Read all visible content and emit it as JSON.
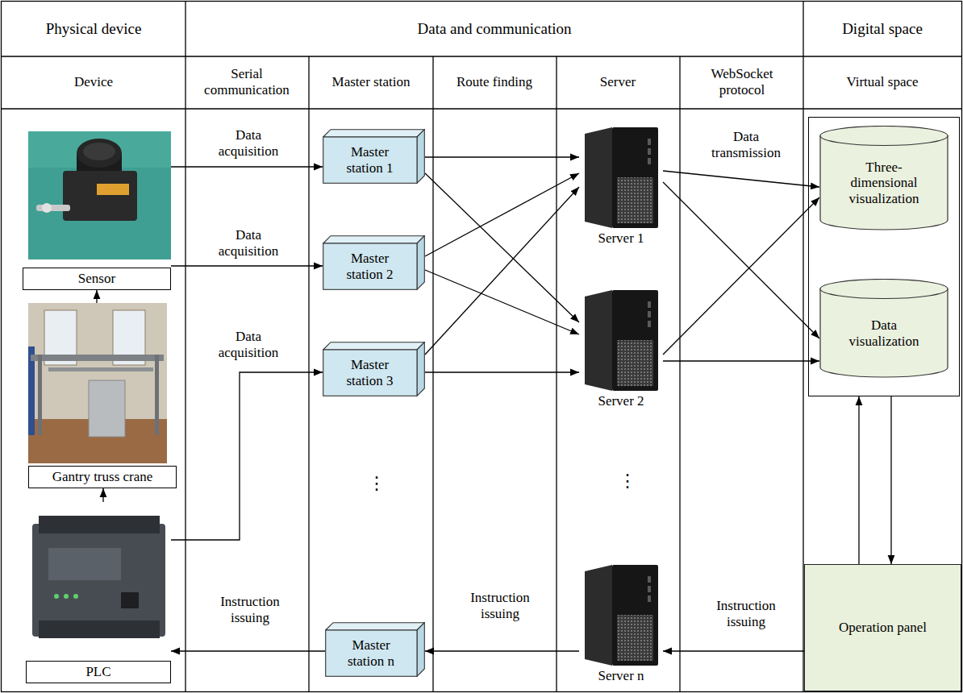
{
  "diagram": {
    "nodes": [
      {
        "text": [
          "Sensor"
        ]
      },
      {
        "text": [
          "Gantry truss crane"
        ]
      },
      {
        "text": [
          "PLC"
        ]
      },
      {
        "text": [
          "Master station 1"
        ]
      },
      {
        "text": [
          "Master station 2"
        ]
      },
      {
        "text": [
          "Master station 3"
        ]
      },
      {
        "text": [
          "Master station n"
        ]
      },
      {
        "text": [
          "Server 1"
        ]
      },
      {
        "text": [
          "Server 2"
        ]
      },
      {
        "text": [
          "Server n"
        ]
      },
      {
        "text": []
      },
      {
        "text": [
          "Three-dimensional visualization"
        ],
        "in": 10
      },
      {
        "text": [
          "Data visualization"
        ],
        "in": 10
      },
      {
        "text": [
          "Operation panel"
        ]
      }
    ],
    "edges": [
      {
        "from": 0,
        "to": 3,
        "arrow": "to",
        "label": "Data acquisition"
      },
      {
        "from": 0,
        "to": 4,
        "arrow": "to",
        "label": "Data acquisition"
      },
      {
        "from": 2,
        "to": 5,
        "arrow": "to",
        "label": "Data acquisition"
      },
      {
        "from": 3,
        "to": 7,
        "arrow": "to"
      },
      {
        "from": 3,
        "to": 8,
        "arrow": "to"
      },
      {
        "from": 4,
        "to": 7,
        "arrow": "to"
      },
      {
        "from": 4,
        "to": 8,
        "arrow": "to"
      },
      {
        "from": 5,
        "to": 7,
        "arrow": "to"
      },
      {
        "from": 5,
        "to": 8,
        "arrow": "to"
      },
      {
        "from": 7,
        "to": 11,
        "arrow": "to",
        "label": "Data transmission"
      },
      {
        "from": 7,
        "to": 12,
        "arrow": "to"
      },
      {
        "from": 8,
        "to": 11,
        "arrow": "to"
      },
      {
        "from": 8,
        "to": 12,
        "arrow": "to"
      },
      {
        "from": 13,
        "to": 10,
        "arrow": "to"
      },
      {
        "from": 10,
        "to": 13,
        "arrow": "to"
      },
      {
        "from": 13,
        "to": 9,
        "arrow": "to",
        "label": "Instruction issuing"
      },
      {
        "from": 9,
        "to": 6,
        "arrow": "to",
        "label": "Instruction issuing"
      },
      {
        "from": 6,
        "to": 2,
        "arrow": "to",
        "label": "Instruction issuing"
      },
      {
        "from": 1,
        "to": 0,
        "arrow": "to"
      },
      {
        "from": 2,
        "to": 1,
        "arrow": "to"
      }
    ],
    "labels": [
      "Physical device",
      "Data and communication",
      "Digital space",
      "Device",
      "Serial communication",
      "Master station",
      "Route finding",
      "Server",
      "WebSocket protocol",
      "Virtual space",
      "⋮",
      "⋮"
    ]
  }
}
